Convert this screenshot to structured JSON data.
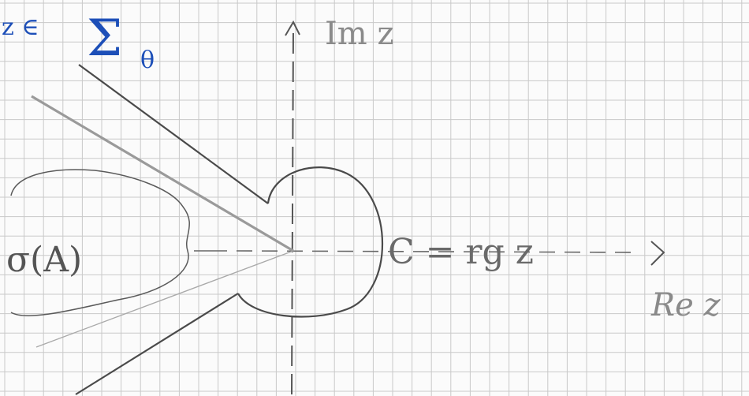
{
  "labels": {
    "z_in": "z ∈",
    "sigma_sym": "Σ",
    "theta_sub": "θ",
    "im_axis": "Im z",
    "re_axis": "Re z",
    "spectrum": "σ(A)",
    "contour": "C = rg z"
  },
  "colors": {
    "paper": "#fbfbfb",
    "grid": "#c9c9c9",
    "pencil": "#4a4a4a",
    "pencil_light": "#9a9a9a",
    "blue_ink": "#1d4fb8"
  }
}
